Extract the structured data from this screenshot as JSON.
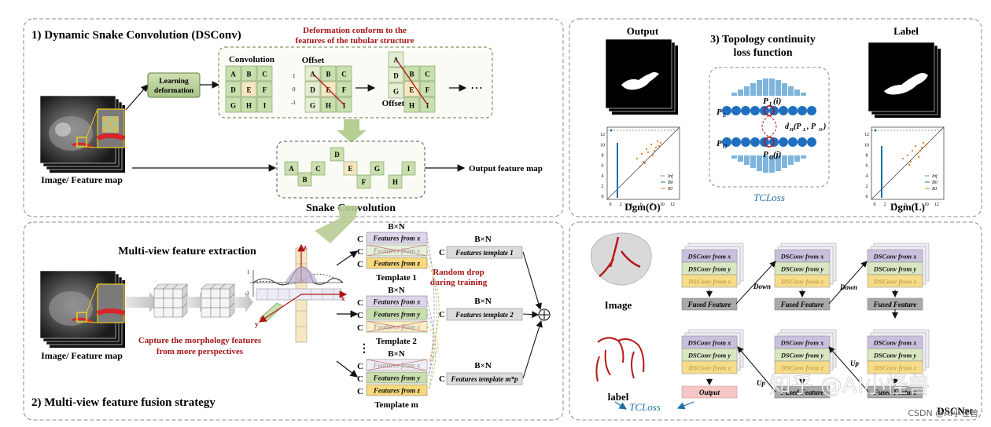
{
  "panels": {
    "dsconv_title": "1) Dynamic Snake Convolution (DSConv)",
    "fusion_title": "2) Multi-view feature fusion strategy",
    "topology_title_1": "3) Topology continuity",
    "topology_title_2": "loss function",
    "network_name": "DSCNet"
  },
  "dsconv": {
    "deform_note_1": "Deformation conform to the",
    "deform_note_2": "features of the tubular structure",
    "learning_1": "Learning",
    "learning_2": "deformation",
    "convolution_label": "Convolution",
    "offset_label_1": "Offset",
    "offset_label_2": "Offset",
    "grid_letters": [
      "A",
      "B",
      "C",
      "D",
      "E",
      "F",
      "G",
      "H",
      "I"
    ],
    "offset_ticks": [
      "1",
      "0",
      "-1"
    ],
    "snake_label": "Snake Convolution",
    "snake_letters": [
      "A",
      "B",
      "C",
      "D",
      "E",
      "F",
      "G",
      "H",
      "I"
    ],
    "input_label": "Image/ Feature map",
    "output_label": "Output feature map",
    "ellipsis": "⋯"
  },
  "fusion": {
    "title": "Multi-view feature extraction",
    "input_label": "Image/ Feature map",
    "capture_1": "Capture the morphology features",
    "capture_2": "from more perspectives",
    "axis_z": "z",
    "axis_x": "x",
    "axis_y": "y",
    "tick_1": "1",
    "tick_m1": "-1",
    "bxn": "B×N",
    "c": "C",
    "feat_x": "Features from x",
    "feat_y": "Features from y",
    "feat_z": "Features from z",
    "template_1": "Template 1",
    "template_2": "Template 2",
    "template_m": "Template m",
    "random_drop_1": "Random drop",
    "random_drop_2": "during training",
    "ft_1": "Features template 1",
    "ft_2": "Features template 2",
    "ft_m": "Features template m*p",
    "dots": "⋮",
    "plus": "⊕"
  },
  "topology": {
    "output_label": "Output",
    "label_label": "Label",
    "dgm_o": "Dgm(O)",
    "dgm_l": "Dgm(L)",
    "pl": "P",
    "pl_sub": "L",
    "po": "P",
    "po_sub": "O",
    "pli": "P",
    "pli_sub": "L",
    "pli_arg": "(i)",
    "poj": "P",
    "poj_sub": "O",
    "poj_arg": "(j)",
    "dist": "d",
    "dist_sub": "H",
    "dist_arg": "(P",
    "dist_arg2": ", P",
    "dist_end": ")",
    "tcloss": "TCLoss",
    "legend": [
      "Inf",
      "B0",
      "B1"
    ],
    "ticks": [
      "0",
      "2",
      "4",
      "6",
      "8",
      "10",
      "12"
    ]
  },
  "network": {
    "image_label": "Image",
    "label_label": "label",
    "dsconv_x": "DSConv from x",
    "dsconv_y": "DSConv from y",
    "dsconv_z": "DSConv from z",
    "fused": "Fused Feature",
    "down": "Down",
    "up": "Up",
    "output": "Output",
    "tcloss": "TCLoss"
  },
  "watermark": "知乎 @AI小怪兽",
  "watermark2": "CSDN @AI小怪兽",
  "colors": {
    "green": "#c9dfae",
    "green_dark": "#6b8f4a",
    "cream": "#f6e7c1",
    "purple": "#ddd6ea",
    "yellow": "#f8d97c",
    "red_text": "#a31515",
    "blue_text": "#1f6fa8"
  }
}
